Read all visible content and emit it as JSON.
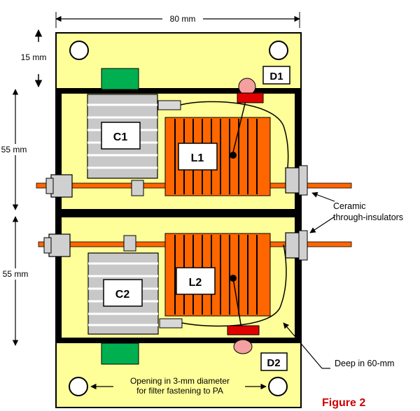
{
  "dimensions": {
    "width": "80 mm",
    "top_margin": "15 mm",
    "upper_section": "55 mm",
    "lower_section": "55 mm"
  },
  "components": {
    "c1": "C1",
    "c2": "C2",
    "l1": "L1",
    "l2": "L2",
    "d1": "D1",
    "d2": "D2"
  },
  "annotations": {
    "insulators_line1": "Ceramic",
    "insulators_line2": "through-insulators",
    "deep": "Deep in 60-mm",
    "opening_line1": "Opening in 3-mm diameter",
    "opening_line2": "for filter fastening to PA"
  },
  "figure_label": "Figure 2",
  "colors": {
    "board": "#ffff99",
    "wall": "#000000",
    "coil": "#ff6600",
    "capacitor": "#c8c8c8",
    "green_block": "#00b050",
    "red_block": "#e00000",
    "pink_bead": "#f4a0a0",
    "figure_label": "#cc0000"
  }
}
